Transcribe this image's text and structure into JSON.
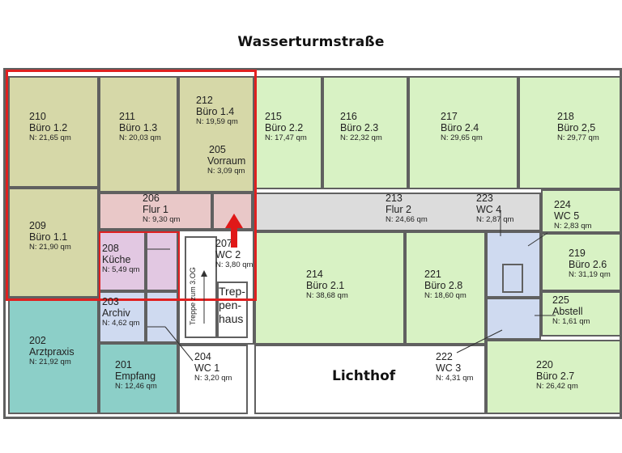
{
  "street_name": "Wasserturmstraße",
  "courtyard": "Lichthof",
  "stairs_note": "Treppe zum 3.OG",
  "stairwell": {
    "line1": "Trep-",
    "line2": "pen-",
    "line3": "haus"
  },
  "rooms": [
    {
      "id": "210",
      "num": "210",
      "name": "Büro 1.2",
      "area": "N: 21,65 qm"
    },
    {
      "id": "211",
      "num": "211",
      "name": "Büro 1.3",
      "area": "N: 20,03 qm"
    },
    {
      "id": "212",
      "num": "212",
      "name": "Büro 1.4",
      "area": "N: 19,59 qm"
    },
    {
      "id": "205",
      "num": "205",
      "name": "Vorraum",
      "area": "N: 3,09 qm"
    },
    {
      "id": "215",
      "num": "215",
      "name": "Büro 2.2",
      "area": "N: 17,47 qm"
    },
    {
      "id": "216",
      "num": "216",
      "name": "Büro 2.3",
      "area": "N: 22,32 qm"
    },
    {
      "id": "217",
      "num": "217",
      "name": "Büro 2.4",
      "area": "N: 29,65 qm"
    },
    {
      "id": "218",
      "num": "218",
      "name": "Büro 2,5",
      "area": "N: 29,77 qm"
    },
    {
      "id": "209",
      "num": "209",
      "name": "Büro 1.1",
      "area": "N: 21,90 qm"
    },
    {
      "id": "206",
      "num": "206",
      "name": "Flur 1",
      "area": "N: 9,30 qm"
    },
    {
      "id": "213",
      "num": "213",
      "name": "Flur 2",
      "area": "N: 24,66 qm"
    },
    {
      "id": "223",
      "num": "223",
      "name": "WC 4",
      "area": "N: 2,87 qm"
    },
    {
      "id": "224",
      "num": "224",
      "name": "WC 5",
      "area": "N: 2,83 qm"
    },
    {
      "id": "208",
      "num": "208",
      "name": "Küche",
      "area": "N: 5,49 qm"
    },
    {
      "id": "207",
      "num": "207",
      "name": "WC 2",
      "area": "N: 3,80 qm"
    },
    {
      "id": "214",
      "num": "214",
      "name": "Büro 2.1",
      "area": "N: 38,68 qm"
    },
    {
      "id": "221",
      "num": "221",
      "name": "Büro 2.8",
      "area": "N: 18,60 qm"
    },
    {
      "id": "219",
      "num": "219",
      "name": "Büro 2.6",
      "area": "N: 31,19 qm"
    },
    {
      "id": "203",
      "num": "203",
      "name": "Archiv",
      "area": "N: 4,62 qm"
    },
    {
      "id": "225",
      "num": "225",
      "name": "Abstell",
      "area": "N: 1,61 qm"
    },
    {
      "id": "202",
      "num": "202",
      "name": "Arztpraxis",
      "area": "N: 21,92 qm"
    },
    {
      "id": "201",
      "num": "201",
      "name": "Empfang",
      "area": "N: 12,46 qm"
    },
    {
      "id": "204",
      "num": "204",
      "name": "WC 1",
      "area": "N: 3,20 qm"
    },
    {
      "id": "222",
      "num": "222",
      "name": "WC 3",
      "area": "N: 4,31 qm"
    },
    {
      "id": "220",
      "num": "220",
      "name": "Büro 2.7",
      "area": "N: 26,42 qm"
    }
  ]
}
